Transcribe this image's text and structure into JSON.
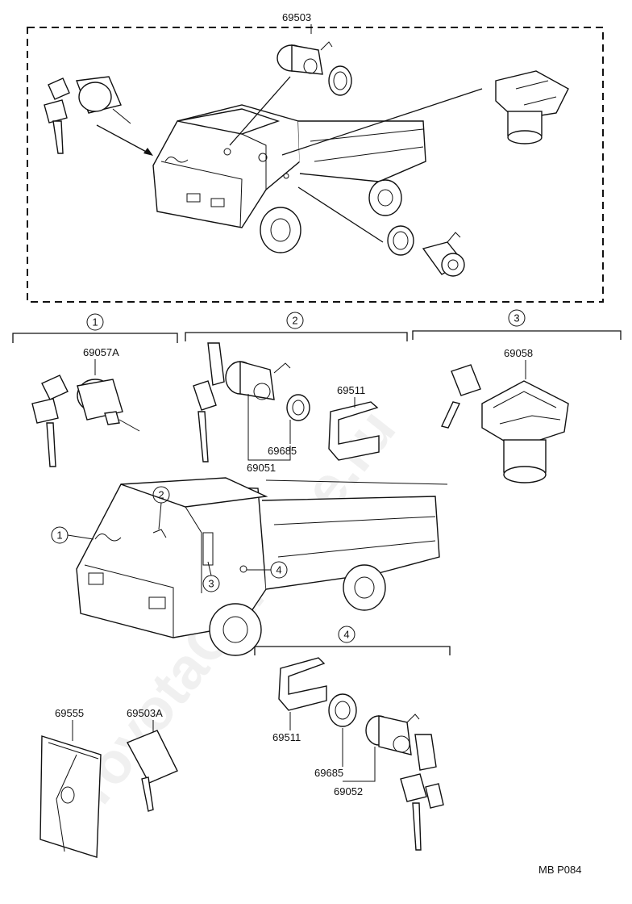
{
  "watermark": "ToyotaCarMine.ru",
  "top_group": {
    "part_no": "69503"
  },
  "callouts": [
    {
      "num": "1",
      "part_no": "69057A"
    },
    {
      "num": "2"
    },
    {
      "num": "3",
      "part_no": "69058"
    },
    {
      "num": "4"
    }
  ],
  "group2_parts": {
    "p1": "69511",
    "p2": "69685",
    "p3": "69051"
  },
  "group4_parts": {
    "p1": "69511",
    "p2": "69685",
    "p3": "69052"
  },
  "misc_parts": {
    "case": "69555",
    "key": "69503A"
  },
  "truck_callouts": [
    "1",
    "2",
    "3",
    "4"
  ],
  "footer_code": "MB  P084"
}
